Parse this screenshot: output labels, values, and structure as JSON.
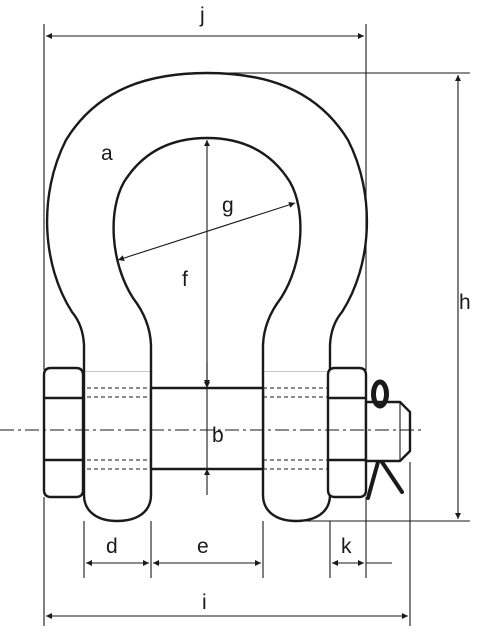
{
  "labels": {
    "a": "a",
    "b": "b",
    "d": "d",
    "e": "e",
    "f": "f",
    "g": "g",
    "h": "h",
    "i": "i",
    "j": "j",
    "k": "k"
  }
}
